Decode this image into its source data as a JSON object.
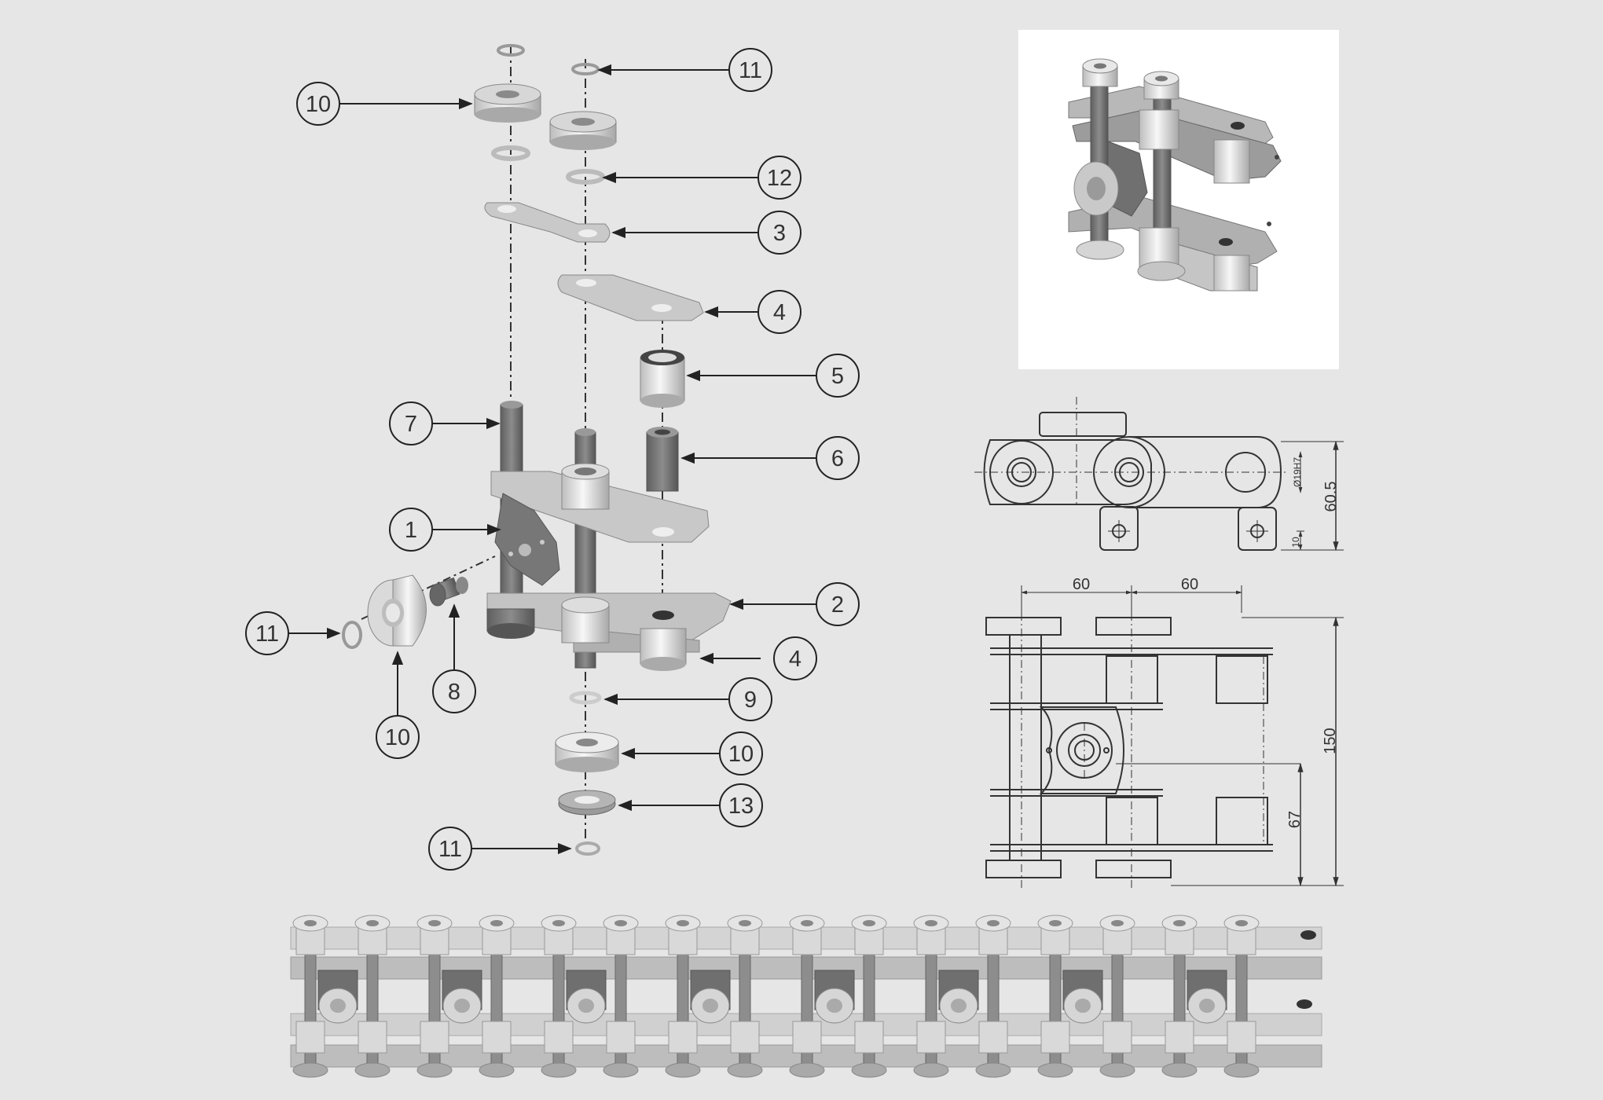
{
  "colors": {
    "background": "#e6e6e6",
    "photo_panel": "#ffffff",
    "metal_light": "#cfcfcf",
    "metal_dark": "#7d7d7d",
    "line": "#333333"
  },
  "callouts": [
    {
      "id": "c11a",
      "label": "11"
    },
    {
      "id": "c10a",
      "label": "10"
    },
    {
      "id": "c12",
      "label": "12"
    },
    {
      "id": "c3",
      "label": "3"
    },
    {
      "id": "c4a",
      "label": "4"
    },
    {
      "id": "c5",
      "label": "5"
    },
    {
      "id": "c7",
      "label": "7"
    },
    {
      "id": "c6",
      "label": "6"
    },
    {
      "id": "c1",
      "label": "1"
    },
    {
      "id": "c2",
      "label": "2"
    },
    {
      "id": "c11b",
      "label": "11"
    },
    {
      "id": "c4b",
      "label": "4"
    },
    {
      "id": "c8",
      "label": "8"
    },
    {
      "id": "c9",
      "label": "9"
    },
    {
      "id": "c10b",
      "label": "10"
    },
    {
      "id": "c10c",
      "label": "10"
    },
    {
      "id": "c13",
      "label": "13"
    },
    {
      "id": "c11c",
      "label": "11"
    }
  ],
  "drawing": {
    "dim_bore": "Ø19H7",
    "dim_height": "60.5",
    "dim_tab": "10",
    "dim_pitch_1": "60",
    "dim_pitch_2": "60",
    "dim_width": "150",
    "dim_offset": "67"
  }
}
